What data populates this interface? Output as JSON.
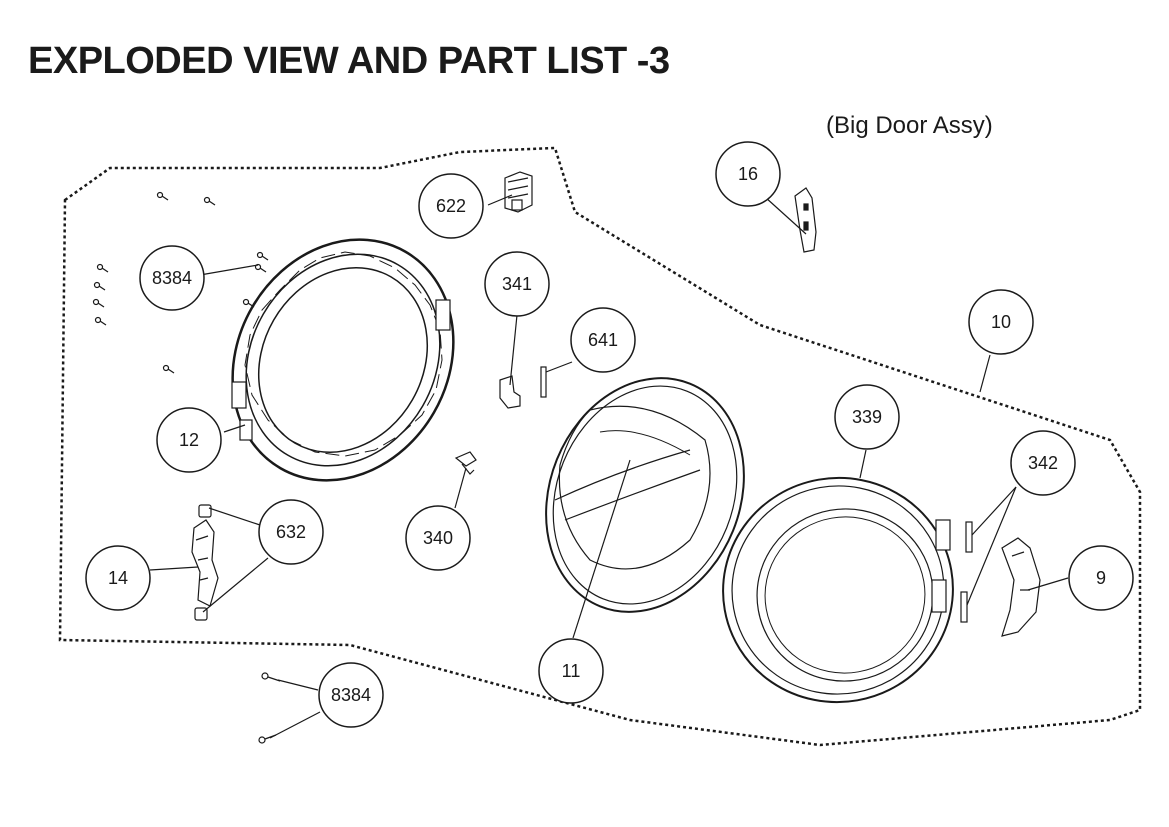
{
  "page": {
    "title": "EXPLODED VIEW AND PART LIST -3",
    "subtitle": "(Big Door Assy)"
  },
  "callouts": {
    "c8384_top": "8384",
    "c12": "12",
    "c622": "622",
    "c341": "341",
    "c641": "641",
    "c16": "16",
    "c10": "10",
    "c339": "339",
    "c342": "342",
    "c9": "9",
    "c632": "632",
    "c14": "14",
    "c340": "340",
    "c11": "11",
    "c8384_bottom": "8384"
  },
  "colors": {
    "line": "#1a1a1a",
    "part_fill": "#ffffff",
    "part_shade": "#9a9a9a"
  }
}
